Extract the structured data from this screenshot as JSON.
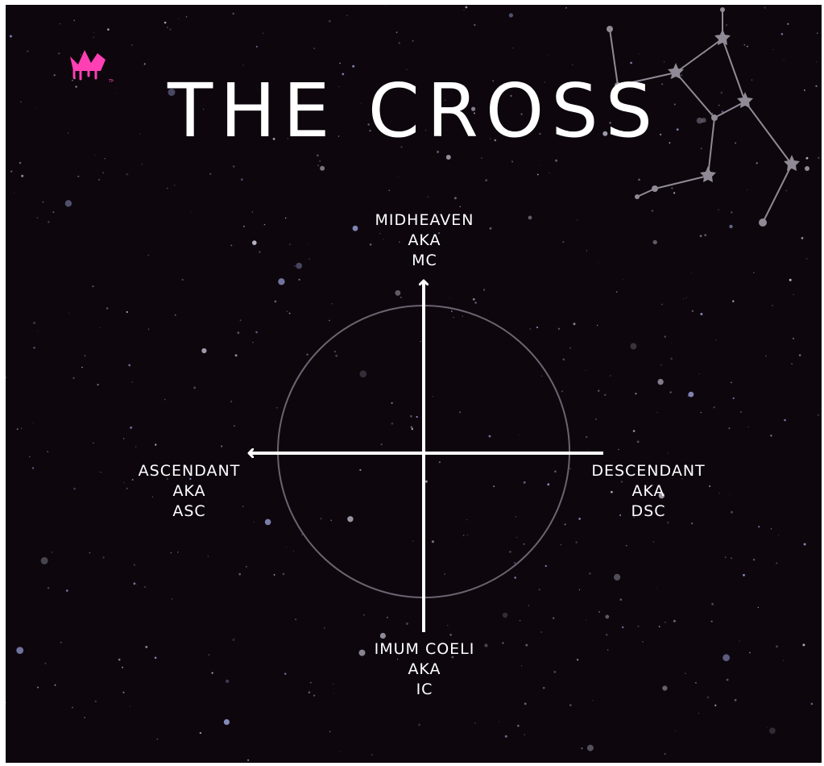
{
  "title": "THE CROSS",
  "colors": {
    "background": "#0d060d",
    "text": "#ffffff",
    "circle": "#6a6470",
    "logo": "#ff3fb4",
    "constellation": "#8f8a95"
  },
  "icons": [
    "crown-logo-icon",
    "constellation-icon"
  ],
  "labels": {
    "mc": {
      "line1": "MIDHEAVEN",
      "line2": "AKA",
      "line3": "MC"
    },
    "ic": {
      "line1": "IMUM COELI",
      "line2": "AKA",
      "line3": "IC"
    },
    "asc": {
      "line1": "ASCENDANT",
      "line2": "AKA",
      "line3": "ASC"
    },
    "dsc": {
      "line1": "DESCENDANT",
      "line2": "AKA",
      "line3": "DSC"
    }
  }
}
